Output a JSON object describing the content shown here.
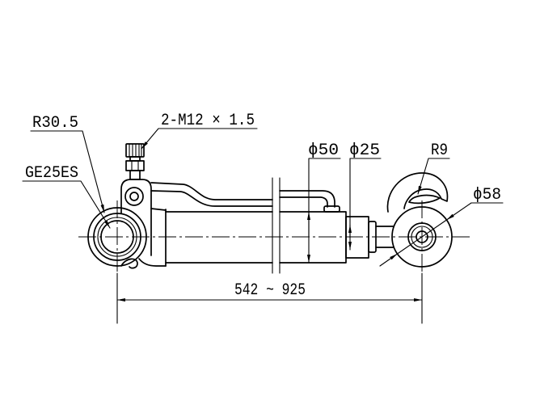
{
  "labels": {
    "housing_radius": "R30.5",
    "thread": "2-M12 × 1.5",
    "bearing": "GE25ES",
    "tube_diameter": "ϕ50",
    "rod_diameter": "ϕ25",
    "hook_radius": "R9",
    "eye_diameter": "ϕ58",
    "length_range": "542 ~ 925"
  },
  "colors": {
    "line": "#000000",
    "background": "#ffffff"
  }
}
